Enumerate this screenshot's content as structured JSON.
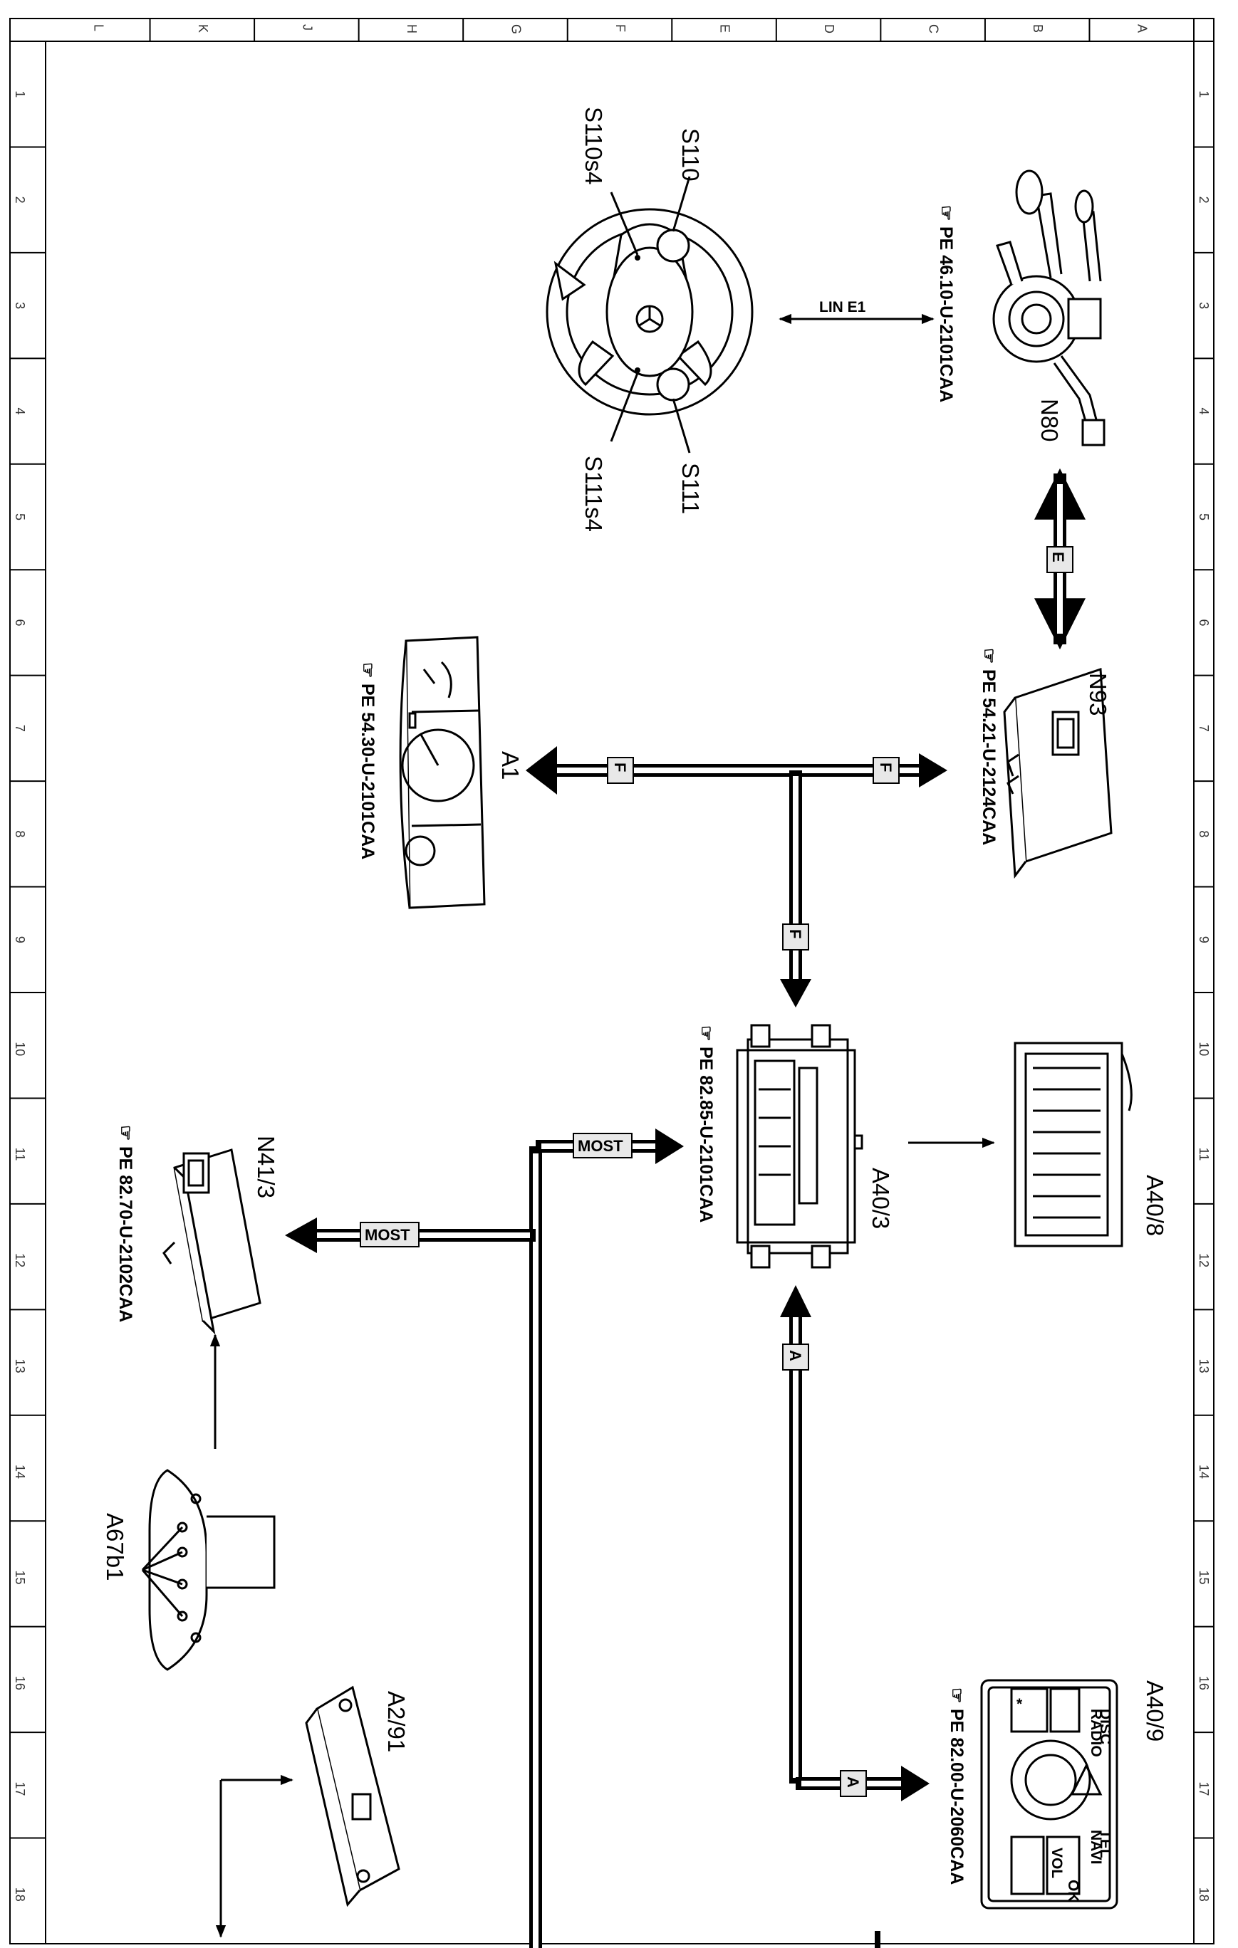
{
  "grid": {
    "top_letters": [
      "L",
      "K",
      "J",
      "H",
      "G",
      "F",
      "E",
      "D",
      "C",
      "B",
      "A"
    ],
    "side_numbers": [
      "1",
      "2",
      "3",
      "4",
      "5",
      "6",
      "7",
      "8",
      "9",
      "10",
      "11",
      "12",
      "13",
      "14",
      "15",
      "16",
      "17",
      "18"
    ]
  },
  "components": {
    "s110": "S110",
    "s110s4": "S110s4",
    "s111": "S111",
    "s111s4": "S111s4",
    "n80": "N80",
    "n80_ref": "PE 46.10-U-2101CAA",
    "lin": "LIN E1",
    "n93": "N93",
    "n93_ref": "PE 54.21-U-2124CAA",
    "a1": "A1",
    "a1_ref": "PE 54.30-U-2101CAA",
    "a40_3": "A40/3",
    "a40_3_ref": "PE 82.85-U-2101CAA",
    "a40_8": "A40/8",
    "n41_3": "N41/3",
    "n41_3_ref": "PE 82.70-U-2102CAA",
    "a67b1": "A67b1",
    "a2_91": "A2/91",
    "a40_9": "A40/9",
    "a40_9_ref": "PE 82.00-U-2060CAA"
  },
  "buses": {
    "e": "E",
    "f1": "F",
    "f2": "F",
    "f3": "F",
    "most1": "MOST",
    "most2": "MOST",
    "a1": "A",
    "a2": "A"
  },
  "switch_panel": {
    "disc": "DISC",
    "radio": "RADIO",
    "tel": "TEL",
    "navi": "NAVI",
    "vol": "VOL",
    "ok": "OK"
  }
}
